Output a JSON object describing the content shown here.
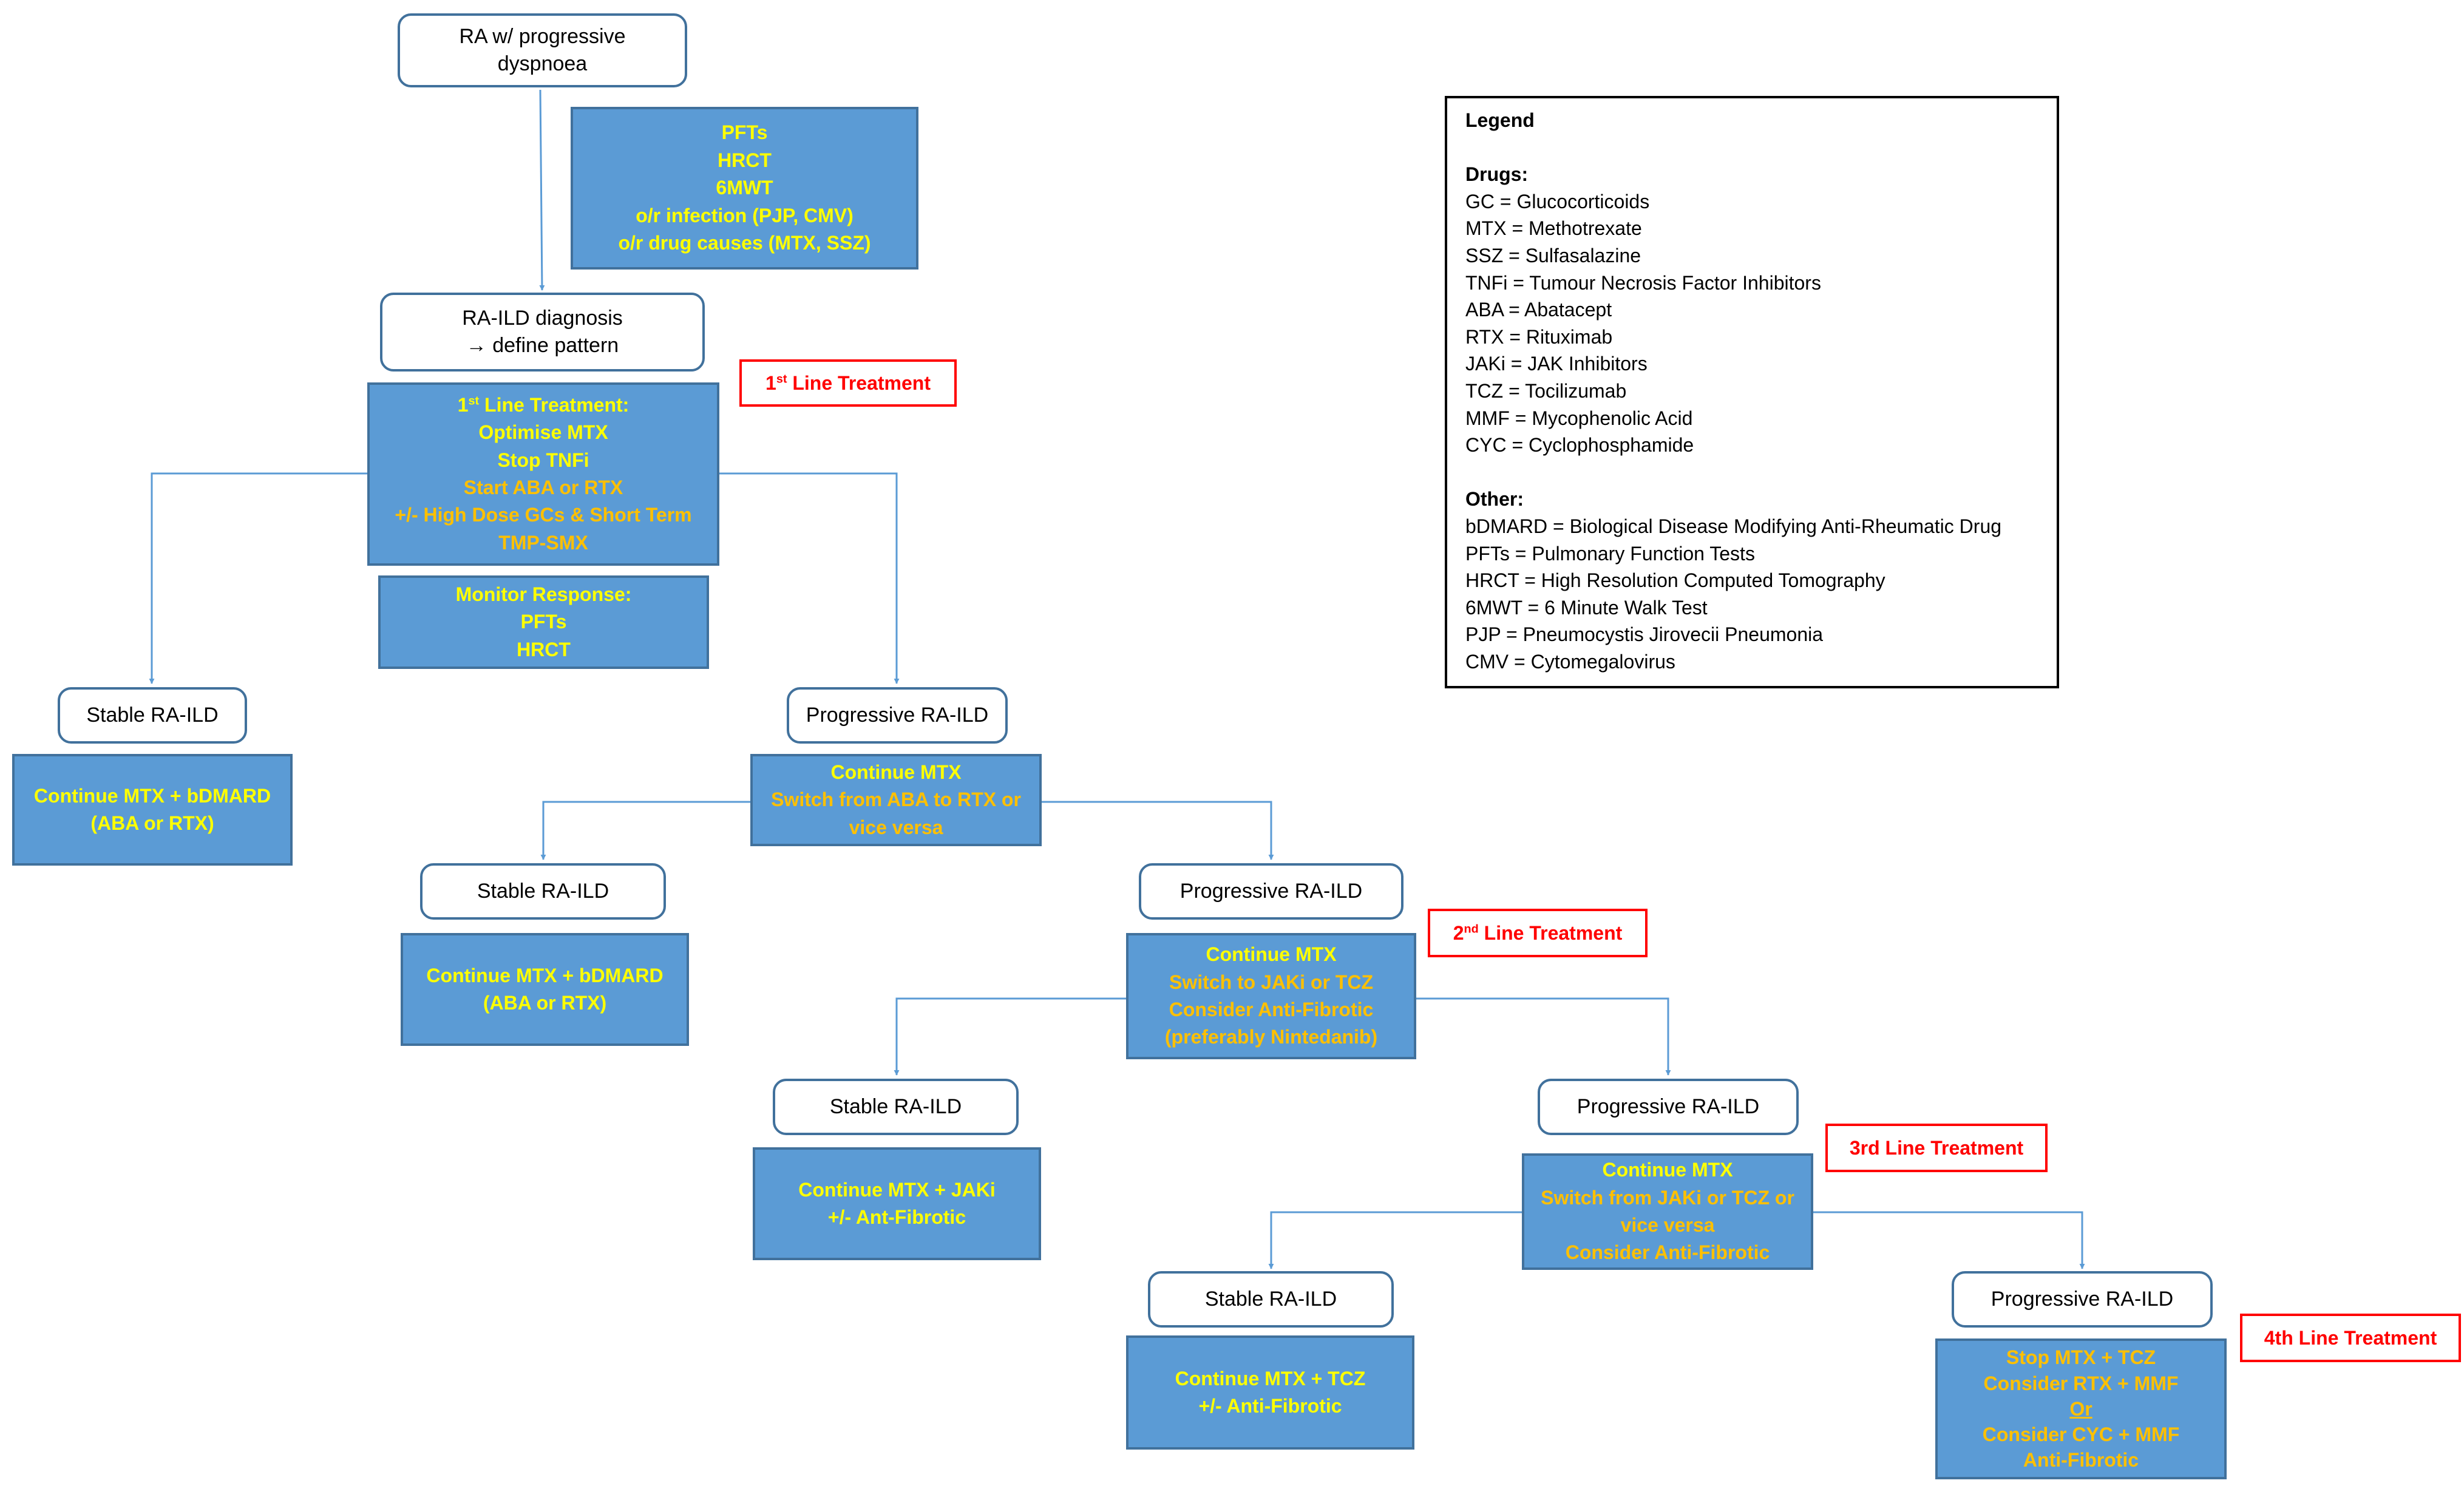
{
  "flowchart": {
    "start": [
      "RA w/ progressive",
      "dyspnoea"
    ],
    "workup": [
      "PFTs",
      "HRCT",
      "6MWT",
      "o/r infection (PJP, CMV)",
      "o/r drug causes (MTX, SSZ)"
    ],
    "diagnosis": [
      "RA-ILD diagnosis",
      "→ define pattern"
    ],
    "line1": {
      "heading": "1",
      "heading_sup": "st",
      "heading_rest": " Line Treatment:",
      "yellow": [
        "Optimise MTX",
        "Stop TNFi"
      ],
      "orange": [
        "Start ABA or RTX",
        "+/- High Dose GCs & Short Term",
        "TMP-SMX"
      ]
    },
    "monitor": [
      "Monitor Response:",
      "PFTs",
      "HRCT"
    ],
    "tag1": {
      "num": "1",
      "sup": "st",
      "rest": " Line Treatment"
    },
    "l1_stable": "Stable RA-ILD",
    "l1_progressive": "Progressive RA-ILD",
    "l1_stable_tx": [
      "Continue MTX + bDMARD",
      "(ABA or RTX)"
    ],
    "l2_tx": {
      "yellow": "Continue MTX",
      "orange": [
        "Switch from ABA to RTX or",
        "vice versa"
      ]
    },
    "l2_stable": "Stable RA-ILD",
    "l2_progressive": "Progressive RA-ILD",
    "l2_stable_tx": [
      "Continue MTX + bDMARD",
      "(ABA or RTX)"
    ],
    "tag2": {
      "num": "2",
      "sup": "nd",
      "rest": " Line Treatment"
    },
    "l3_tx": {
      "yellow": "Continue MTX",
      "orange": [
        "Switch to JAKi or TCZ",
        "Consider Anti-Fibrotic",
        "(preferably Nintedanib)"
      ]
    },
    "l3_stable": "Stable RA-ILD",
    "l3_progressive": "Progressive RA-ILD",
    "l3_stable_tx": [
      "Continue MTX + JAKi",
      "+/- Ant-Fibrotic"
    ],
    "tag3": "3rd Line Treatment",
    "l4_tx": {
      "yellow": "Continue MTX",
      "orange": [
        "Switch from JAKi or TCZ or",
        "vice versa",
        "Consider Anti-Fibrotic"
      ]
    },
    "l4_stable": "Stable RA-ILD",
    "l4_progressive": "Progressive RA-ILD",
    "l4_stable_tx": [
      "Continue MTX + TCZ",
      "+/- Anti-Fibrotic"
    ],
    "l4_prog_tx": [
      "Stop MTX + TCZ",
      "Consider RTX + MMF",
      "Or",
      "Consider CYC + MMF",
      "Anti-Fibrotic"
    ],
    "tag4": "4th Line Treatment"
  },
  "legend": {
    "title": "Legend",
    "drugs_heading": "Drugs:",
    "drugs": [
      "GC = Glucocorticoids",
      "MTX = Methotrexate",
      "SSZ = Sulfasalazine",
      "TNFi = Tumour Necrosis Factor Inhibitors",
      "ABA = Abatacept",
      "RTX = Rituximab",
      "JAKi = JAK Inhibitors",
      "TCZ = Tocilizumab",
      "MMF = Mycophenolic Acid",
      "CYC = Cyclophosphamide"
    ],
    "other_heading": "Other:",
    "other": [
      "bDMARD = Biological Disease Modifying Anti-Rheumatic Drug",
      "PFTs = Pulmonary Function Tests",
      "HRCT = High Resolution Computed Tomography",
      "6MWT = 6 Minute Walk Test",
      "PJP = Pneumocystis Jirovecii Pneumonia",
      "CMV = Cytomegalovirus"
    ]
  },
  "colors": {
    "box_fill": "#5b9bd5",
    "box_border": "#41719c",
    "arrow": "#5b9bd5",
    "text_yellow": "#ffff00",
    "text_orange": "#ffc000",
    "tag_red": "#ff0000"
  }
}
